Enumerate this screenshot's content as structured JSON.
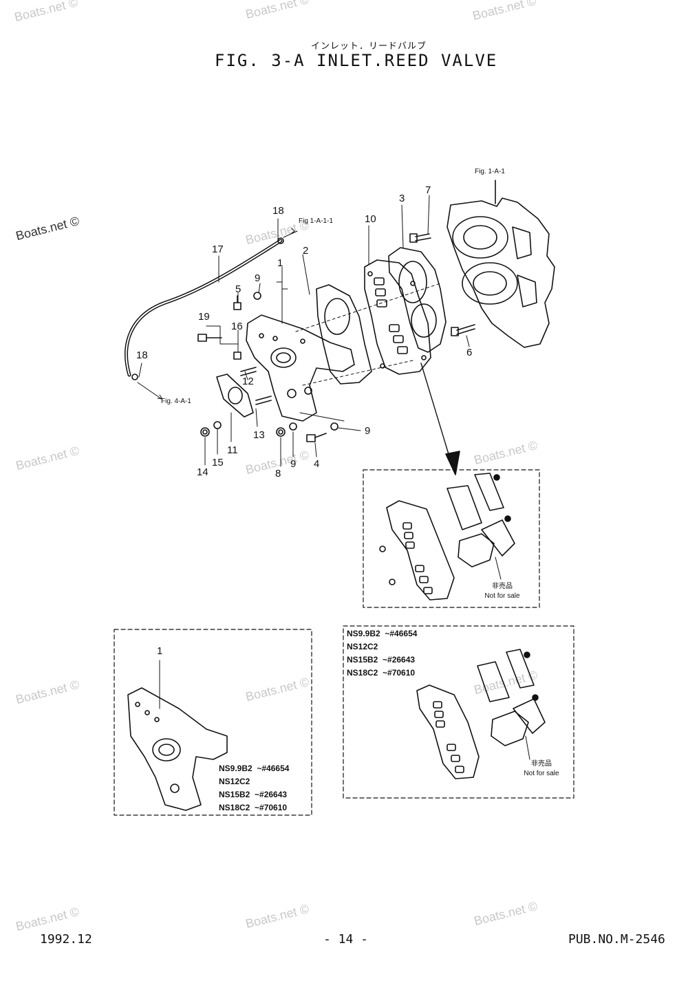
{
  "header": {
    "subtitle_jp": "インレット．リードバルブ",
    "title": "FIG.  3-A INLET.REED VALVE"
  },
  "watermark": "Boats.net ©",
  "references": {
    "fig_1_a_1": "Fig. 1-A-1",
    "fig_1_a_1_1": "Fig 1-A-1-1",
    "fig_4_a_1": "Fig. 4-A-1"
  },
  "callouts": [
    "1",
    "2",
    "3",
    "4",
    "5",
    "6",
    "7",
    "8",
    "9",
    "10",
    "11",
    "12",
    "13",
    "14",
    "15",
    "16",
    "17",
    "18",
    "19"
  ],
  "inset_note": {
    "jp": "非売品",
    "en": "Not for sale"
  },
  "inset_left_models": [
    {
      "model": "NS9.9B2",
      "range": "~#46654"
    },
    {
      "model": "NS12C2",
      "range": ""
    },
    {
      "model": "NS15B2",
      "range": "~#26643"
    },
    {
      "model": "NS18C2",
      "range": "~#70610"
    }
  ],
  "inset_right_models": [
    {
      "model": "NS9.9B2",
      "range": "~#46654"
    },
    {
      "model": "NS12C2",
      "range": ""
    },
    {
      "model": "NS15B2",
      "range": "~#26643"
    },
    {
      "model": "NS18C2",
      "range": "~#70610"
    }
  ],
  "footer": {
    "date": "1992.12",
    "page": "- 14 -",
    "pub": "PUB.NO.M-2546"
  }
}
